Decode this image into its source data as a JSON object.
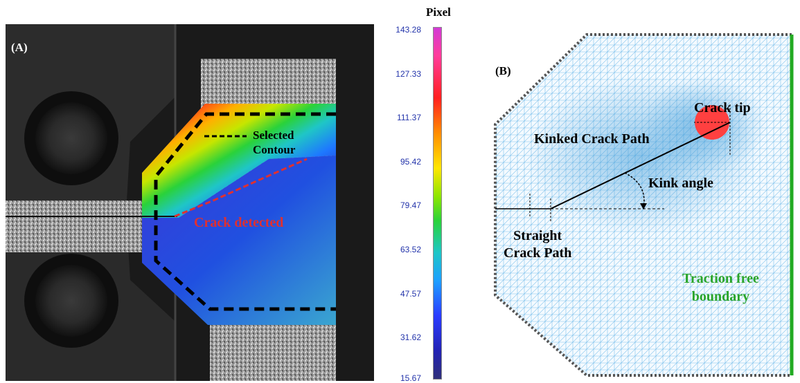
{
  "panel_a": {
    "label": "(A)",
    "annotation_contour": "Selected\nContour",
    "annotation_crack": "Crack detected"
  },
  "colorbar": {
    "title": "Pixel",
    "ticks": [
      "143.28",
      "127.33",
      "111.37",
      "95.42",
      "79.47",
      "63.52",
      "47.57",
      "31.62",
      "15.67"
    ]
  },
  "panel_b": {
    "label": "(B)",
    "crack_tip": "Crack tip",
    "kinked_path": "Kinked Crack Path",
    "kink_angle": "Kink angle",
    "straight_path": "Straight\nCrack Path",
    "traction": "Traction free\nboundary"
  },
  "colors": {
    "crack_label": "#e03030",
    "traction_label": "#2aa52a",
    "boundary_line": "#22aa22",
    "mesh": "#5aaee0",
    "tip": "#ff4040"
  }
}
